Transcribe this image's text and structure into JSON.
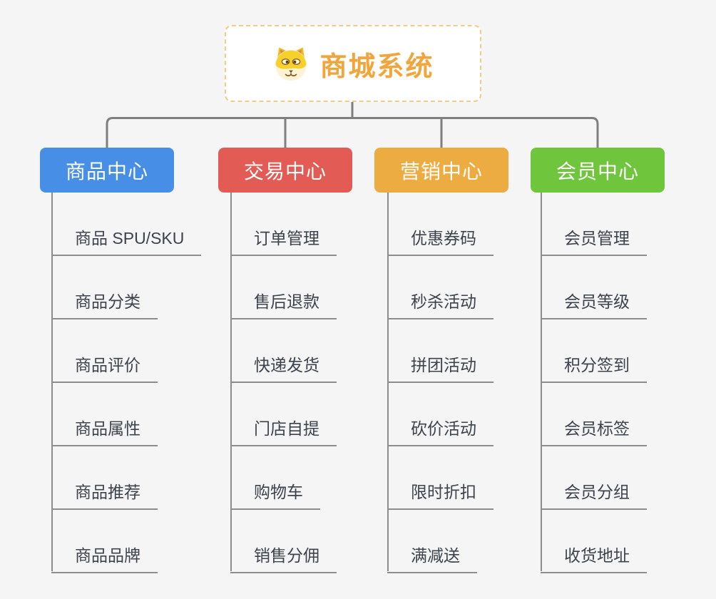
{
  "root": {
    "title": "商城系统",
    "icon": "dog-face-icon"
  },
  "branches": [
    {
      "label": "商品中心",
      "color": "#478fe6",
      "children": [
        "商品 SPU/SKU",
        "商品分类",
        "商品评价",
        "商品属性",
        "商品推荐",
        "商品品牌"
      ]
    },
    {
      "label": "交易中心",
      "color": "#e25b55",
      "children": [
        "订单管理",
        "售后退款",
        "快递发货",
        "门店自提",
        "购物车",
        "销售分佣"
      ]
    },
    {
      "label": "营销中心",
      "color": "#ecac41",
      "children": [
        "优惠券码",
        "秒杀活动",
        "拼团活动",
        "砍价活动",
        "限时折扣",
        "满减送"
      ]
    },
    {
      "label": "会员中心",
      "color": "#6fc53c",
      "children": [
        "会员管理",
        "会员等级",
        "积分签到",
        "会员标签",
        "会员分组",
        "收货地址"
      ]
    }
  ],
  "colors": {
    "background": "#f5f5f5",
    "root_border": "#f2cb85",
    "root_text": "#f0a63c",
    "connector_line": "#7f7f7f",
    "leaf_line": "#8d8d8d",
    "leaf_text": "#3d434d",
    "branch_text": "#ffffff"
  }
}
